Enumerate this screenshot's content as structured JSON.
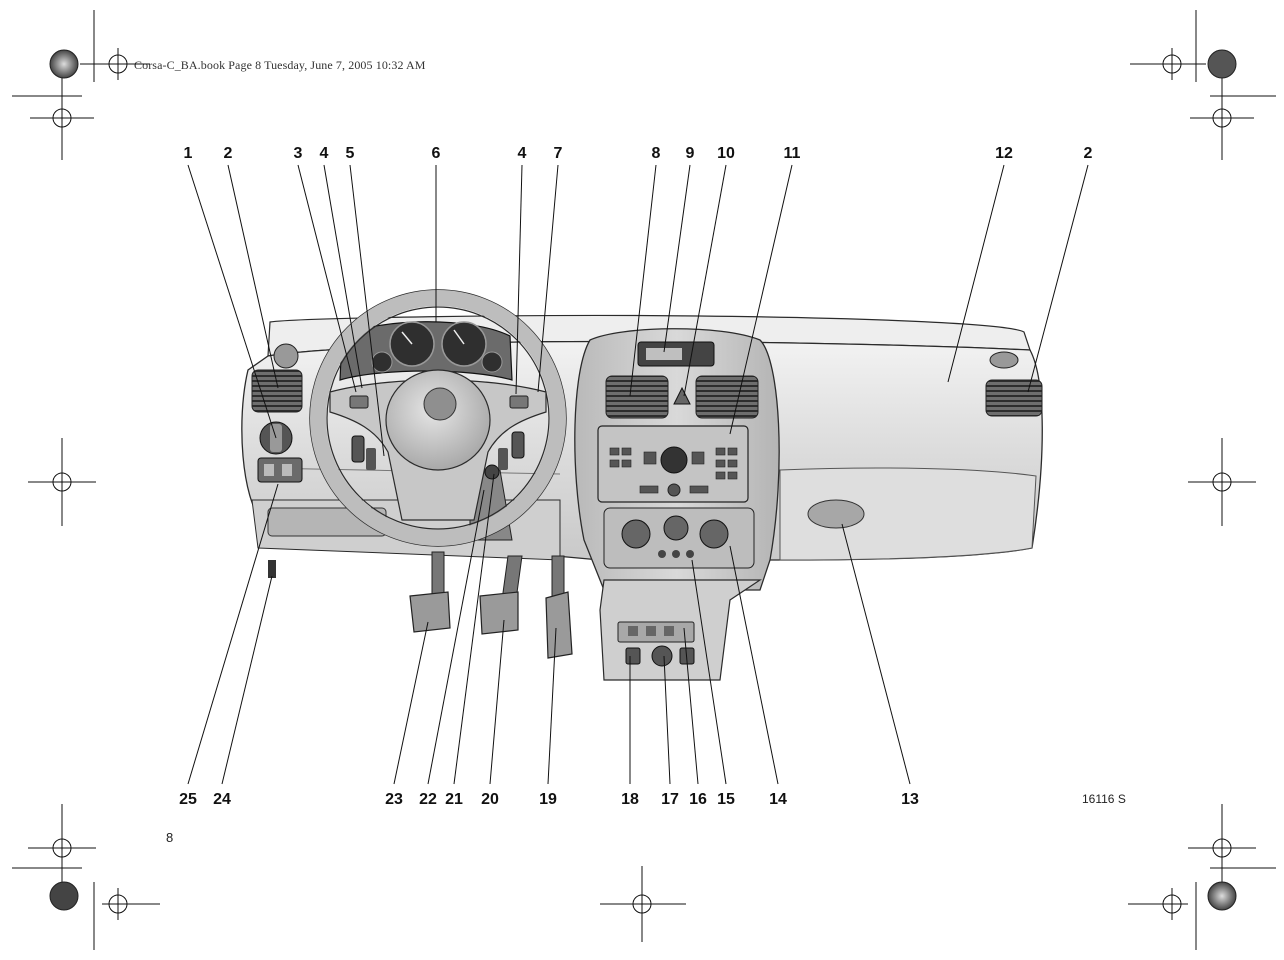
{
  "header": {
    "running_head": "Corsa-C_BA.book  Page 8  Tuesday, June 7, 2005  10:32 AM"
  },
  "footer": {
    "page_number": "8",
    "figure_code": "16116 S"
  },
  "diagram": {
    "callouts_top": [
      "1",
      "2",
      "3",
      "4",
      "5",
      "6",
      "4",
      "7",
      "8",
      "9",
      "10",
      "11",
      "12",
      "2"
    ],
    "callouts_bottom": [
      "25",
      "24",
      "23",
      "22",
      "21",
      "20",
      "19",
      "18",
      "17",
      "16",
      "15",
      "14",
      "13"
    ]
  },
  "colors": {
    "dash_light": "#e3e3e3",
    "dash_mid": "#c8c8c8",
    "dash_dark": "#8a8a8a",
    "outline": "#2b2b2b",
    "vent": "#3a3a3a"
  }
}
